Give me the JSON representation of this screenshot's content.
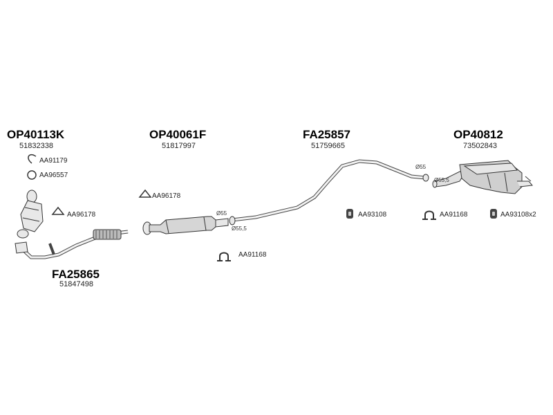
{
  "parts": [
    {
      "part_no": "OP40113K",
      "oem": "51832338"
    },
    {
      "part_no": "OP40061F",
      "oem": "51817997"
    },
    {
      "part_no": "FA25857",
      "oem": "51759665"
    },
    {
      "part_no": "OP40812",
      "oem": "73502843"
    },
    {
      "part_no": "FA25865",
      "oem": "51847498"
    }
  ],
  "accessories": [
    {
      "code": "AA91179"
    },
    {
      "code": "AA96557"
    },
    {
      "code": "AA96178"
    },
    {
      "code": "AA96178"
    },
    {
      "code": "AA91168"
    },
    {
      "code": "AA93108"
    },
    {
      "code": "AA91168"
    },
    {
      "code": "AA93108x2"
    }
  ],
  "dimensions": {
    "mid_front_inlet": "Ø55",
    "mid_front_outlet": "Ø55,5",
    "rear_inlet": "Ø55",
    "rear_outlet": "Ø55,5"
  }
}
